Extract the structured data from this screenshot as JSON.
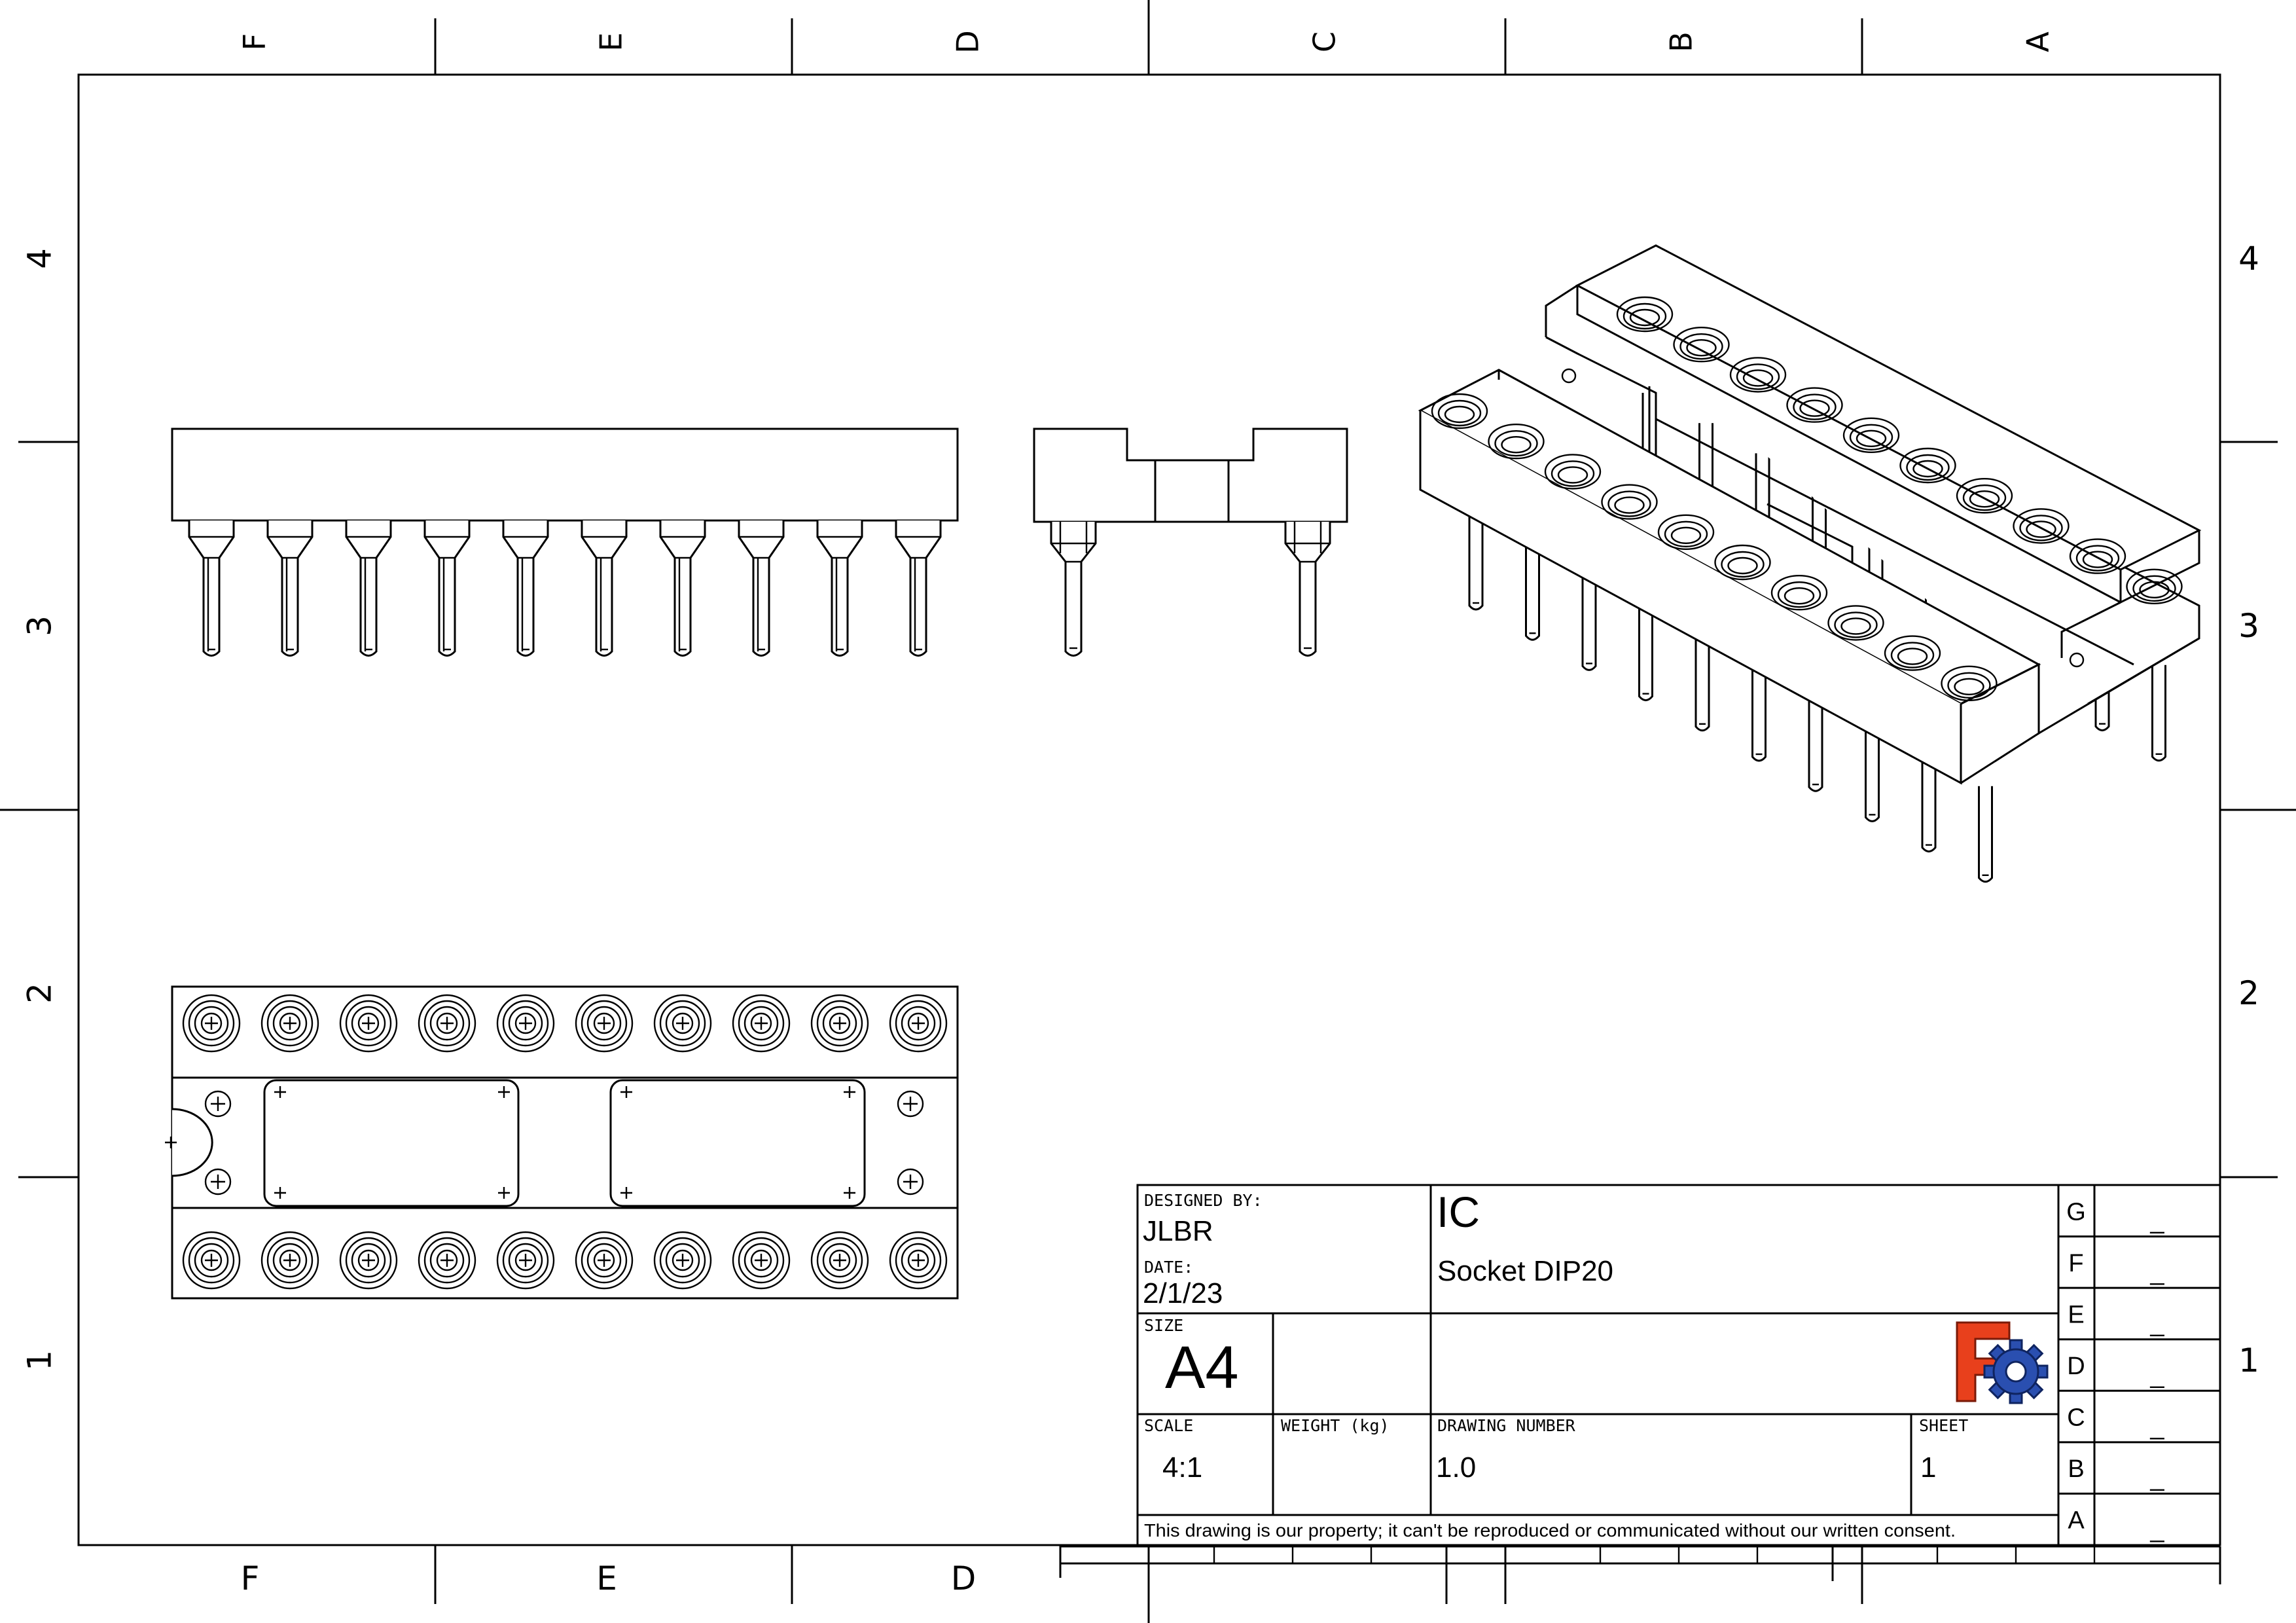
{
  "frame": {
    "columns_top": [
      "F",
      "E",
      "D",
      "C",
      "B",
      "A"
    ],
    "columns_bottom": [
      "F",
      "E",
      "D"
    ],
    "rows_left": [
      "4",
      "3",
      "2",
      "1"
    ],
    "rows_right": [
      "4",
      "3",
      "2",
      "1"
    ]
  },
  "title_block": {
    "designed_by_label": "DESIGNED BY:",
    "designed_by": "JLBR",
    "date_label": "DATE:",
    "date": "2/1/23",
    "size_label": "SIZE",
    "size": "A4",
    "scale_label": "SCALE",
    "scale": "4:1",
    "weight_label": "WEIGHT (kg)",
    "weight": "",
    "title": "IC",
    "subtitle": "Socket DIP20",
    "drawing_number_label": "DRAWING NUMBER",
    "drawing_number": "1.0",
    "sheet_label": "SHEET",
    "sheet": "1",
    "disclaimer": "This drawing is our property; it can't be reproduced or communicated without our written consent.",
    "logo_letter": "F",
    "revisions": [
      {
        "letter": "G",
        "value": "_"
      },
      {
        "letter": "F",
        "value": "_"
      },
      {
        "letter": "E",
        "value": "_"
      },
      {
        "letter": "D",
        "value": "_"
      },
      {
        "letter": "C",
        "value": "_"
      },
      {
        "letter": "B",
        "value": "_"
      },
      {
        "letter": "A",
        "value": "_"
      }
    ]
  },
  "colors": {
    "line": "#000000",
    "paper": "#ffffff",
    "logo_red": "#e8401c",
    "logo_blue": "#2a4fb0"
  }
}
